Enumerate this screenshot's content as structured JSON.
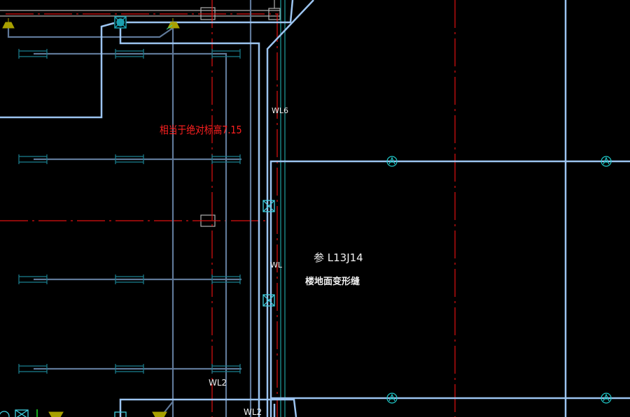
{
  "canvas": {
    "background": "#000000",
    "colors": {
      "pipe_main": "#9cc4f0",
      "pipe_branch": "#5f7898",
      "axis_red": "#e01010",
      "teal": "#20a0a0",
      "fixture": "#a8a000",
      "wall_gray": "#b0b0b0",
      "marker": "#20c8c8"
    }
  },
  "annotations": {
    "elevation_note": "相当于绝对标高7.15",
    "reference": "参 L13J14",
    "joint_note": "楼地面变形缝",
    "pipe_wl6": "WL6",
    "pipe_wl_mid": "WL",
    "pipe_wl2_a": "WL2",
    "pipe_wl2_b": "WL2"
  },
  "icons": [
    "floor-drain-icon",
    "cleanout-icon",
    "axis-marker-icon",
    "valve-box-icon"
  ]
}
